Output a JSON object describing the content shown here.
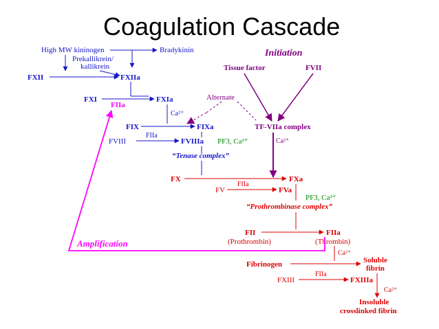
{
  "title": "Coagulation Cascade",
  "colors": {
    "blue": "#1515c8",
    "purple": "#800080",
    "red": "#dd0000",
    "green": "#008800",
    "magenta": "#ff00ff",
    "black": "#000000"
  },
  "phases": {
    "initiation": "Initiation",
    "amplification": "Amplification"
  },
  "labels": {
    "high_mw_kininogen": "High MW kininogen",
    "bradykinin": "Bradykinin",
    "prekallikrein": "Prekallikrein/",
    "kallikrein": "kallikrein",
    "fxii": "FXII",
    "fxiia": "FXIIa",
    "tissue_factor": "Tissue factor",
    "fvii": "FVII",
    "fxi": "FXI",
    "fxia": "FXIa",
    "fiia_feedback": "FIIa",
    "alternate": "Alternate",
    "ca_fxi": "Ca²⁺",
    "fix": "FIX",
    "fixa": "FIXa",
    "tf_viia_complex": "TF-VIIa complex",
    "fviii": "FVIII",
    "fiia_fviii": "FIIa",
    "fviiia": "FVIIIa",
    "pf3_ca_tenase": "PF3, Ca²⁺",
    "ca_tf": "Ca²⁺",
    "tenase_complex": "“Tenase complex”",
    "fx": "FX",
    "fxa": "FXa",
    "fv": "FV",
    "fiia_fv": "FIIa",
    "fva": "FVa",
    "pf3_ca_prothrombinase": "PF3, Ca²⁺",
    "prothrombinase_complex": "“Prothrombinase complex”",
    "fii": "FII",
    "fiia": "FIIa",
    "prothrombin": "(Prothrombin)",
    "thrombin": "(Thrombin)",
    "ca_thrombin": "Ca²⁺",
    "fibrinogen": "Fibrinogen",
    "soluble": "Soluble",
    "fibrin": "fibrin",
    "fxiii": "FXIII",
    "fiia_fxiii": "FIIa",
    "fxiiia": "FXIIIa",
    "ca_fxiiia": "Ca²⁺",
    "insoluble": "Insoluble",
    "crosslinked_fibrin": "crosslinked fibrin"
  }
}
